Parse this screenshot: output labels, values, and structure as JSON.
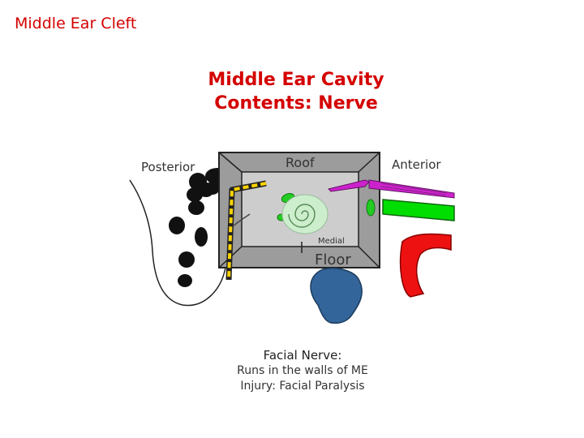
{
  "header": {
    "section_title": "Middle Ear Cleft"
  },
  "slide": {
    "title_line1": "Middle Ear Cavity",
    "title_line2": "Contents: Nerve"
  },
  "diagram": {
    "label_posterior": "Posterior",
    "label_roof": "Roof",
    "label_anterior": "Anterior",
    "label_medial": "Medial",
    "label_floor": "Floor",
    "colors": {
      "title_red": "#d40000",
      "facial_nerve": "#ffd400",
      "cochlea": "#cceecc",
      "tensor_tympani": "#cc22cc",
      "eustachian_tube": "#00dd00",
      "carotid_artery": "#ee1111",
      "jugular_bulb": "#33659a",
      "box_outer": "#999999",
      "box_inner": "#cccccc"
    }
  },
  "caption": {
    "heading": "Facial Nerve:",
    "line1": "Runs in the walls of ME",
    "line2": "Injury: Facial Paralysis"
  }
}
